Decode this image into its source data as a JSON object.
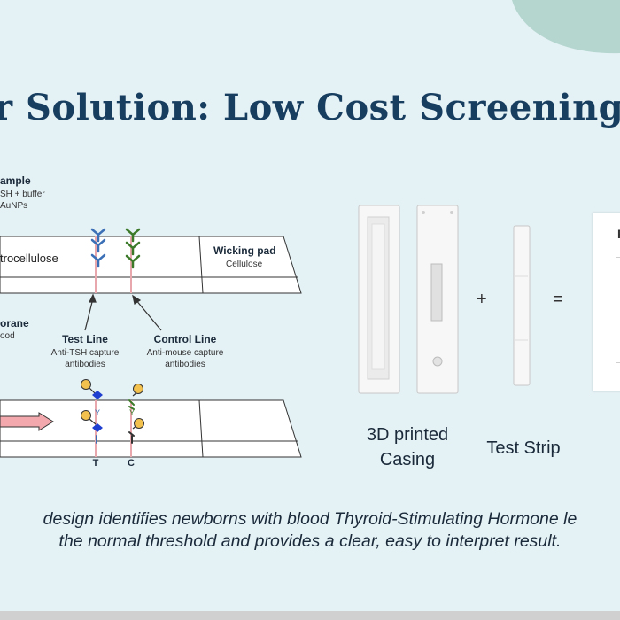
{
  "title": "r Solution: Low Cost Screening T",
  "diagram": {
    "sample_title": "ample",
    "sample_line1": "SH + buffer",
    "sample_line2": "AuNPs",
    "nitrocellulose": "trocellulose",
    "wicking_pad_title": "Wicking pad",
    "wicking_pad_sub": "Cellulose",
    "membrane_title": "orane",
    "membrane_sub": "ood",
    "test_line_title": "Test Line",
    "test_line_sub1": "Anti-TSH capture",
    "test_line_sub2": "antibodies",
    "control_line_title": "Control Line",
    "control_line_sub1": "Anti-mouse capture",
    "control_line_sub2": "antibodies",
    "marker_t": "T",
    "marker_c": "C",
    "y1": "Y",
    "y2": "Y"
  },
  "device": {
    "casing_label_1": "3D printed",
    "casing_label_2": "Casing",
    "plus": "+",
    "equals": "=",
    "strip_label": "Test Strip",
    "result_letter": "F"
  },
  "caption": {
    "line1": "design identifies newborns with blood Thyroid-Stimulating Hormone le",
    "line2": "the normal threshold and provides a clear, easy to interpret result."
  },
  "colors": {
    "title": "#173d5f",
    "background": "#e4f1f5",
    "accent_blob": "#b5d6cf",
    "test_antibody": "#3b6fb6",
    "control_antibody": "#3c7a2a",
    "line_pink": "#e8a7ad",
    "gold_np": "#f2c14e",
    "tsh_blue": "#1f3fd0"
  }
}
